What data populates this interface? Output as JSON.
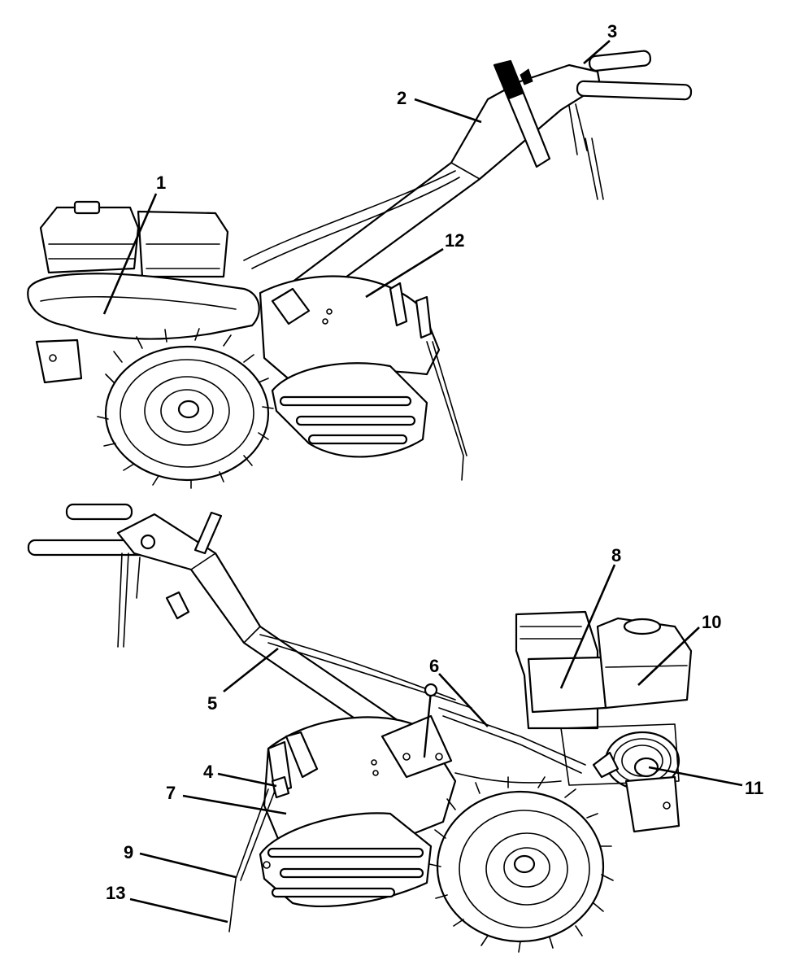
{
  "diagram": {
    "views": [
      {
        "id": "upper",
        "callouts": [
          {
            "label": "1"
          },
          {
            "label": "2"
          },
          {
            "label": "3"
          },
          {
            "label": "12"
          }
        ]
      },
      {
        "id": "lower",
        "callouts": [
          {
            "label": "4"
          },
          {
            "label": "5"
          },
          {
            "label": "6"
          },
          {
            "label": "7"
          },
          {
            "label": "8"
          },
          {
            "label": "9"
          },
          {
            "label": "10"
          },
          {
            "label": "11"
          },
          {
            "label": "13"
          }
        ]
      }
    ]
  }
}
